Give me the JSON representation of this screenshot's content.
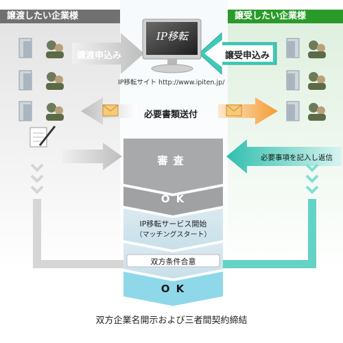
{
  "headers": {
    "transferor": "譲渡したい企業様",
    "transferee": "譲受したい企業様"
  },
  "monitor": {
    "logo": "IP移転",
    "caption": "IP移転サイト http://www.ipiten.jp/"
  },
  "arrows": {
    "transfer_request": "譲渡申込み",
    "acquire_request": "譲受申込み",
    "send_documents": "必要書類送付",
    "fill_and_reply": "必要事項を記入し返信"
  },
  "process": {
    "review": "審査",
    "ok_1": "O K",
    "service_start": "IP移転サービス開始",
    "matching_start": "（マッチングスタート）",
    "mutual_agreement": "双方条件合意",
    "ok_2": "O K"
  },
  "footer": "双方企業名開示および三者間契約締結",
  "colors": {
    "left_header": "#707070",
    "right_header": "#2a9a2a",
    "teal_arrow": "#3cc4b4",
    "orange_arrow": "#f6a84a",
    "process_box": "#cfe3ec"
  },
  "icons": [
    "building-icon",
    "person-icon",
    "envelope-icon",
    "document-pen-icon",
    "monitor-icon"
  ]
}
